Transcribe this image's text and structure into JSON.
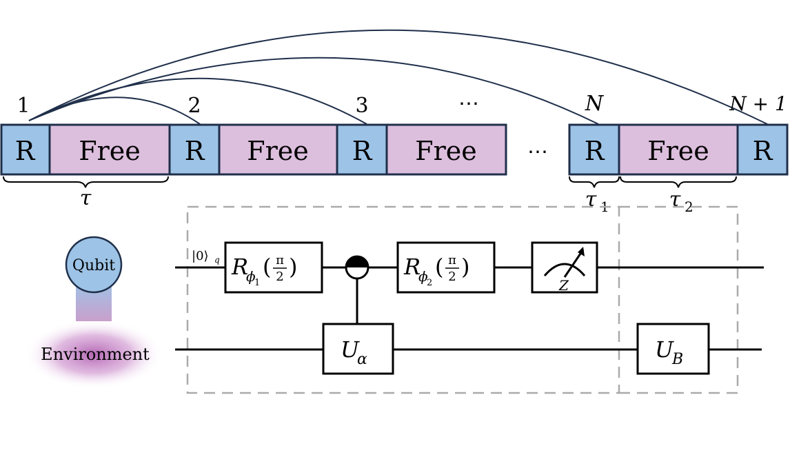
{
  "timeline": {
    "blocks": [
      {
        "kind": "R",
        "label": "R"
      },
      {
        "kind": "Free",
        "label": "Free"
      },
      {
        "kind": "R",
        "label": "R"
      },
      {
        "kind": "Free",
        "label": "Free"
      },
      {
        "kind": "R",
        "label": "R"
      },
      {
        "kind": "Free",
        "label": "Free"
      },
      {
        "kind": "R",
        "label": "R"
      },
      {
        "kind": "Free",
        "label": "Free"
      },
      {
        "kind": "R",
        "label": "R"
      }
    ],
    "index_labels": [
      "1",
      "2",
      "3",
      "N",
      "N + 1"
    ],
    "top_ellipsis": "⋯",
    "mid_ellipsis": "⋯",
    "brace_tau": "τ",
    "brace_tau1": "τ",
    "brace_tau1_sub": "1",
    "brace_tau2": "τ",
    "brace_tau2_sub": "2"
  },
  "system": {
    "qubit_label": "Qubit",
    "environment_label": "Environment"
  },
  "circuit": {
    "input_state": "|0⟩",
    "input_state_sub": "q",
    "gate1": {
      "name": "R",
      "sub": "ϕ",
      "subsub": "1",
      "arg_num": "π",
      "arg_den": "2"
    },
    "gate2": {
      "name": "R",
      "sub": "ϕ",
      "subsub": "2",
      "arg_num": "π",
      "arg_den": "2"
    },
    "measure_basis": "Z",
    "controlled_gate": {
      "name": "U",
      "sub": "α"
    },
    "ub_gate": {
      "name": "U",
      "sub": "B"
    }
  },
  "colors": {
    "r_block": "#9dc3e6",
    "free_block": "#dcbedd",
    "block_border": "#1f2f4a",
    "arc": "#1f2f4a",
    "dashed_box": "#aaaaaa",
    "qubit_fill": "#9dc3e6",
    "environment_glow": "#b05fb0"
  }
}
